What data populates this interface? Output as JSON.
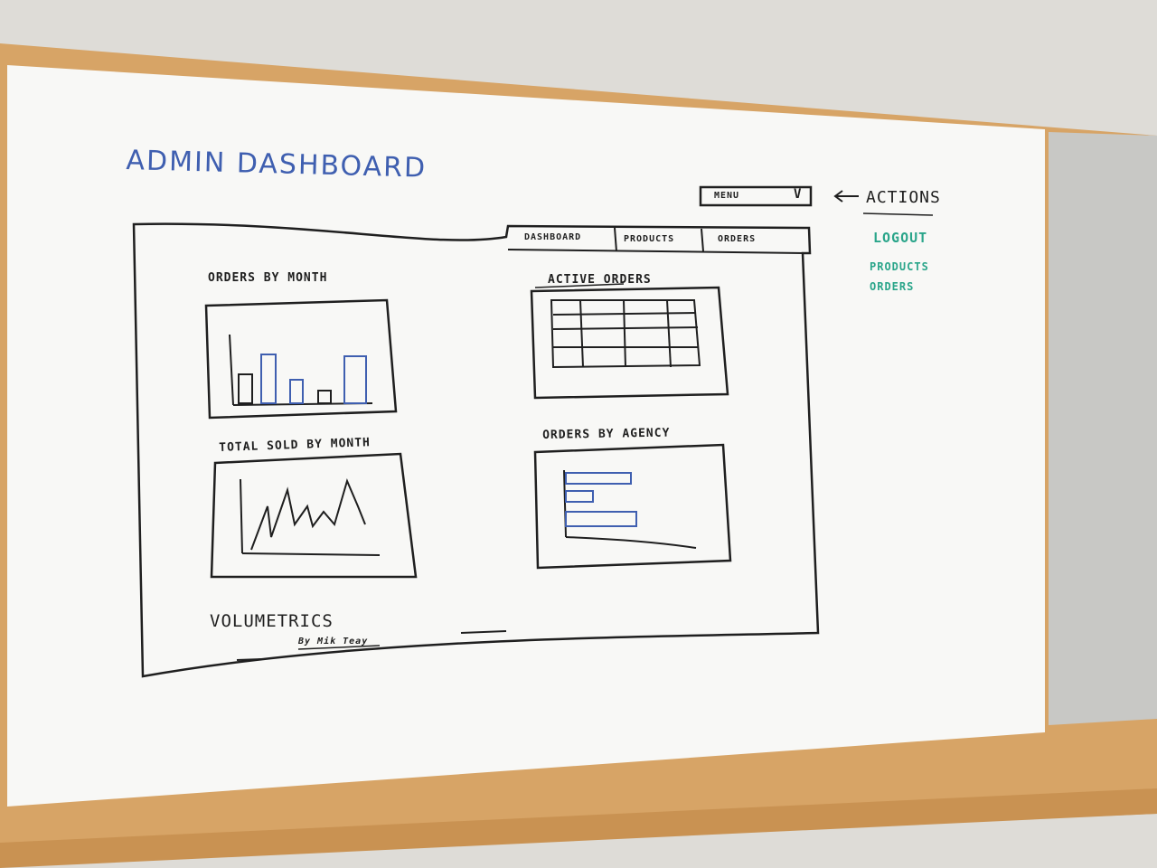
{
  "title": "Admin Dashboard",
  "menu": {
    "label": "Menu",
    "chevron": "V"
  },
  "actions": {
    "heading": "Actions",
    "items": [
      "Logout",
      "Products",
      "Orders"
    ]
  },
  "tabs": [
    "Dashboard",
    "Products",
    "Orders"
  ],
  "widgets": {
    "orders_by_month": "Orders by month",
    "active_orders": "Active orders",
    "total_sold_by_month": "Total sold by month",
    "orders_by_agency": "Orders by agency"
  },
  "footer": {
    "brand": "Volumetrics",
    "byline": "By Mik Teay"
  },
  "colors": {
    "marker_black": "#1f1f1f",
    "marker_blue": "#3f5fb0",
    "marker_teal": "#2aa58a",
    "frame_wood": "#d9a86a",
    "board": "#f7f7f5",
    "corkboard": "#c9c9c6"
  }
}
